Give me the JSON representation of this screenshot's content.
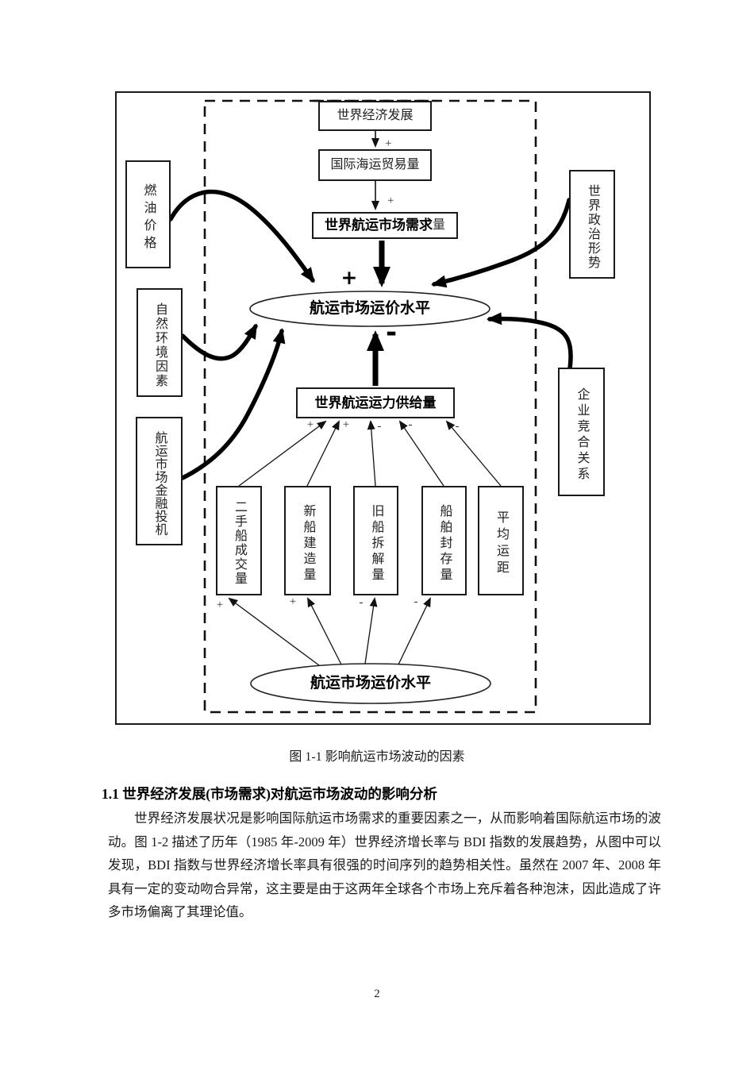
{
  "figure": {
    "caption": "图 1-1 影响航运市场波动的因素",
    "nodes": {
      "world_economy": "世界经济发展",
      "intl_sea_trade": "国际海运贸易量",
      "demand_main": "世界航运市场需求",
      "demand_suffix": "量",
      "freight_rate_top": "航运市场运价水平",
      "capacity_supply": "世界航运运力供给量",
      "secondhand_volume": "二手船成交量",
      "newbuild_volume": "新船建造量",
      "scrapping_volume": "旧船拆解量",
      "layup_volume": "船舶封存量",
      "avg_haul": "平均运距",
      "freight_rate_bottom": "航运市场运价水平",
      "fuel_price": "燃油价格",
      "natural_env": "自然环境因素",
      "fin_speculation": "航运市场金融投机",
      "world_politics": "世界政治形势",
      "competition": "企业竞合关系"
    },
    "signs": {
      "econ_to_trade": "+",
      "trade_to_demand": "+",
      "demand_to_rate": "+",
      "supply_to_rate": "-",
      "into_supply": [
        "+",
        "+",
        "-",
        "-",
        "-"
      ],
      "rate_to_boxes": [
        "+",
        "+",
        "-",
        "-"
      ]
    }
  },
  "section": {
    "heading": "1.1 世界经济发展(市场需求)对航运市场波动的影响分析",
    "paragraph": "世界经济发展状况是影响国际航运市场需求的重要因素之一，从而影响着国际航运市场的波动。图 1-2 描述了历年（1985 年-2009 年）世界经济增长率与 BDI 指数的发展趋势，从图中可以发现，BDI 指数与世界经济增长率具有很强的时间序列的趋势相关性。虽然在 2007 年、2008 年具有一定的变动吻合异常，这主要是由于这两年全球各个市场上充斥着各种泡沫，因此造成了许多市场偏离了其理论值。"
  },
  "page": {
    "number": "2"
  }
}
